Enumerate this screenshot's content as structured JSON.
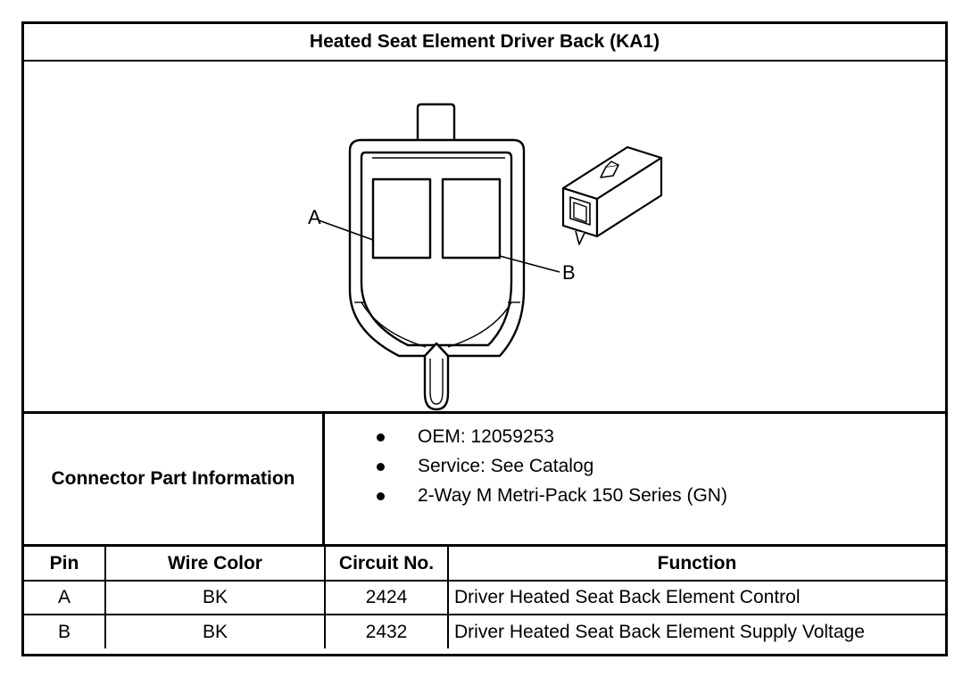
{
  "title": "Heated Seat Element Driver Back (KA1)",
  "diagram": {
    "callout_a": "A",
    "callout_b": "B"
  },
  "connector_info": {
    "label": "Connector Part Information",
    "items": [
      "OEM: 12059253",
      "Service: See Catalog",
      "2-Way M Metri-Pack 150 Series (GN)"
    ]
  },
  "pin_table": {
    "headers": [
      "Pin",
      "Wire Color",
      "Circuit No.",
      "Function"
    ],
    "rows": [
      [
        "A",
        "BK",
        "2424",
        "Driver Heated Seat Back Element Control"
      ],
      [
        "B",
        "BK",
        "2432",
        "Driver Heated Seat Back Element Supply Voltage"
      ]
    ]
  }
}
